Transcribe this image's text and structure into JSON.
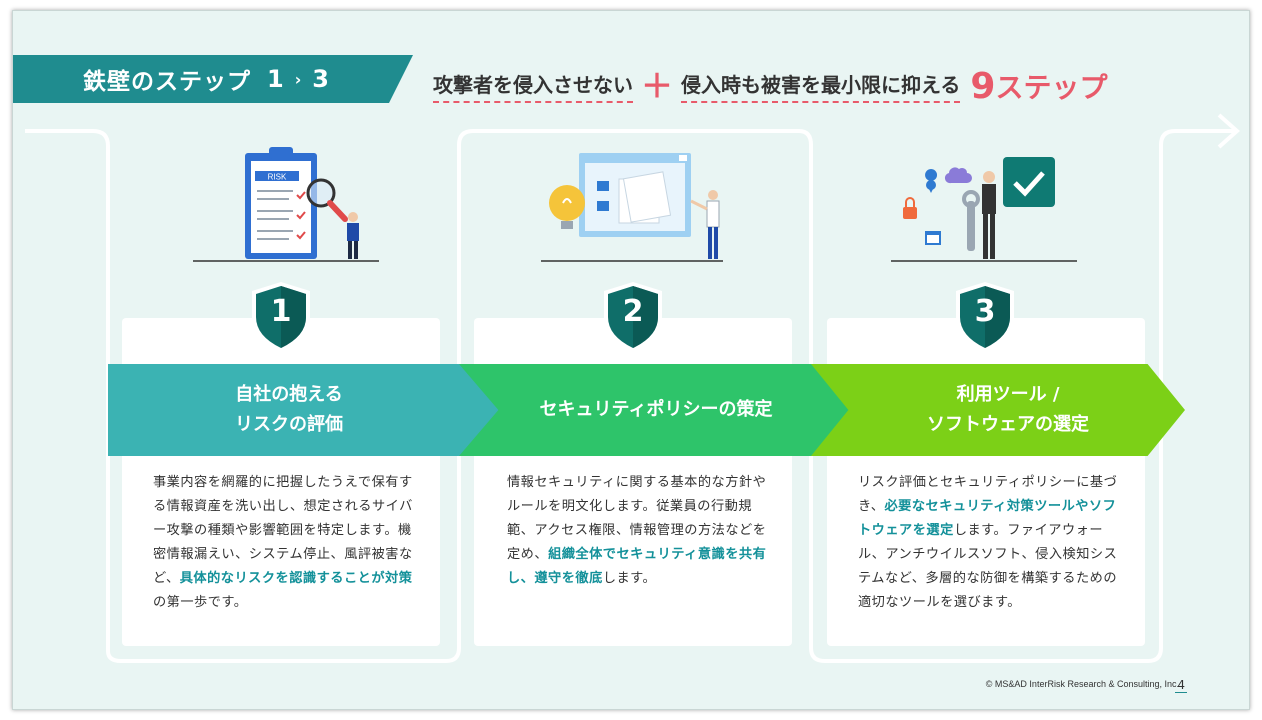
{
  "header": {
    "banner_label": "鉄壁のステップ",
    "range_start": "1",
    "range_chevron": "›",
    "range_end": "3",
    "part1": "攻撃者を侵入させない",
    "plus": "＋",
    "part2": "侵入時も被害を最小限に抑える",
    "nine": "9",
    "steps_word": "ステップ"
  },
  "illustrations": {
    "risk_label": "RISK"
  },
  "steps": [
    {
      "number": "1",
      "title_line1": "自社の抱える",
      "title_line2": "リスクの評価",
      "desc_a": "事業内容を網羅的に把握したうえで保有する情報資産を洗い出し、想定されるサイバー攻撃の種類や影響範囲を特定します。機密情報漏えい、システム停止、風評被害など、",
      "desc_hl": "具体的なリスクを認識することが対策",
      "desc_b": "の第一歩です。"
    },
    {
      "number": "2",
      "title_line1": "セキュリティポリシーの策定",
      "desc_a": "情報セキュリティに関する基本的な方針やルールを明文化します。従業員の行動規範、アクセス権限、情報管理の方法などを定め、",
      "desc_hl": "組織全体でセキュリティ意識を共有し、遵守を徹底",
      "desc_b": "します。"
    },
    {
      "number": "3",
      "title_line1": "利用ツール /",
      "title_line2": "ソフトウェアの選定",
      "desc_a": "リスク評価とセキュリティポリシーに基づき、",
      "desc_hl": "必要なセキュリティ対策ツールやソフトウェアを選定",
      "desc_b": "します。ファイアウォール、アンチウイルスソフト、侵入検知システムなど、多層的な防御を構築するための適切なツールを選びます。"
    }
  ],
  "footer": {
    "copyright": "© MS&AD InterRisk Research & Consulting, Inc.",
    "page": "4"
  },
  "colors": {
    "teal_dark": "#1f8c8f",
    "teal": "#3bb3b3",
    "green": "#2ec46a",
    "lime": "#7cd017",
    "accent_red": "#e85a6a",
    "shield": "#0f6e69"
  }
}
